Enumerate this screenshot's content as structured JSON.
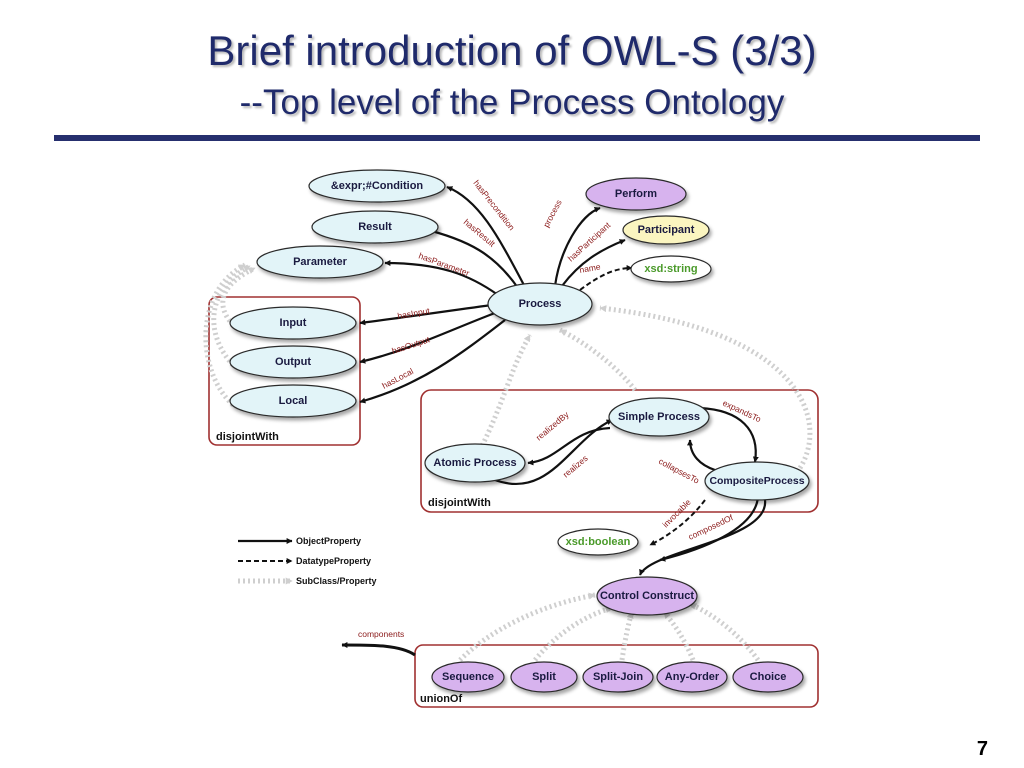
{
  "title": "Brief introduction of OWL-S (3/3)",
  "subtitle": "--Top level of the Process Ontology",
  "page_number": "7",
  "colors": {
    "title": "#1f2a6b",
    "rule": "#262f6e",
    "blue_node": "#e2f4f8",
    "purple_node": "#d7b3ee",
    "yellow_node": "#fbf5c0",
    "box_border": "#a03030",
    "edge_label": "#8b1a1a",
    "literal_text": "#4a9a2a"
  },
  "nodes": {
    "condition": "&expr;#Condition",
    "result": "Result",
    "parameter": "Parameter",
    "input": "Input",
    "output": "Output",
    "local": "Local",
    "process": "Process",
    "perform": "Perform",
    "participant": "Participant",
    "xsd_string": "xsd:string",
    "simple_process": "Simple Process",
    "atomic_process": "Atomic Process",
    "composite_process": "CompositeProcess",
    "xsd_boolean": "xsd:boolean",
    "control_construct": "Control Construct",
    "sequence": "Sequence",
    "split": "Split",
    "split_join": "Split-Join",
    "any_order": "Any-Order",
    "choice": "Choice"
  },
  "edges": {
    "has_precondition": "hasPrecondition",
    "has_result": "hasResult",
    "has_parameter": "hasParameter",
    "has_input": "hasInput",
    "has_output": "hasOutput",
    "has_local": "hasLocal",
    "process": "process",
    "has_participant": "hasParticipant",
    "name": "name",
    "realized_by": "realizedBy",
    "realizes": "realizes",
    "expands_to": "expandsTo",
    "collapses_to": "collapsesTo",
    "invocable": "invocable",
    "composed_of": "composedOf",
    "components": "components"
  },
  "boxes": {
    "params_disjoint": "disjointWith",
    "process_disjoint": "disjointWith",
    "union_of": "unionOf"
  },
  "legend": {
    "object_property": "ObjectProperty",
    "datatype_property": "DatatypeProperty",
    "subclass_property": "SubClass/Property"
  }
}
